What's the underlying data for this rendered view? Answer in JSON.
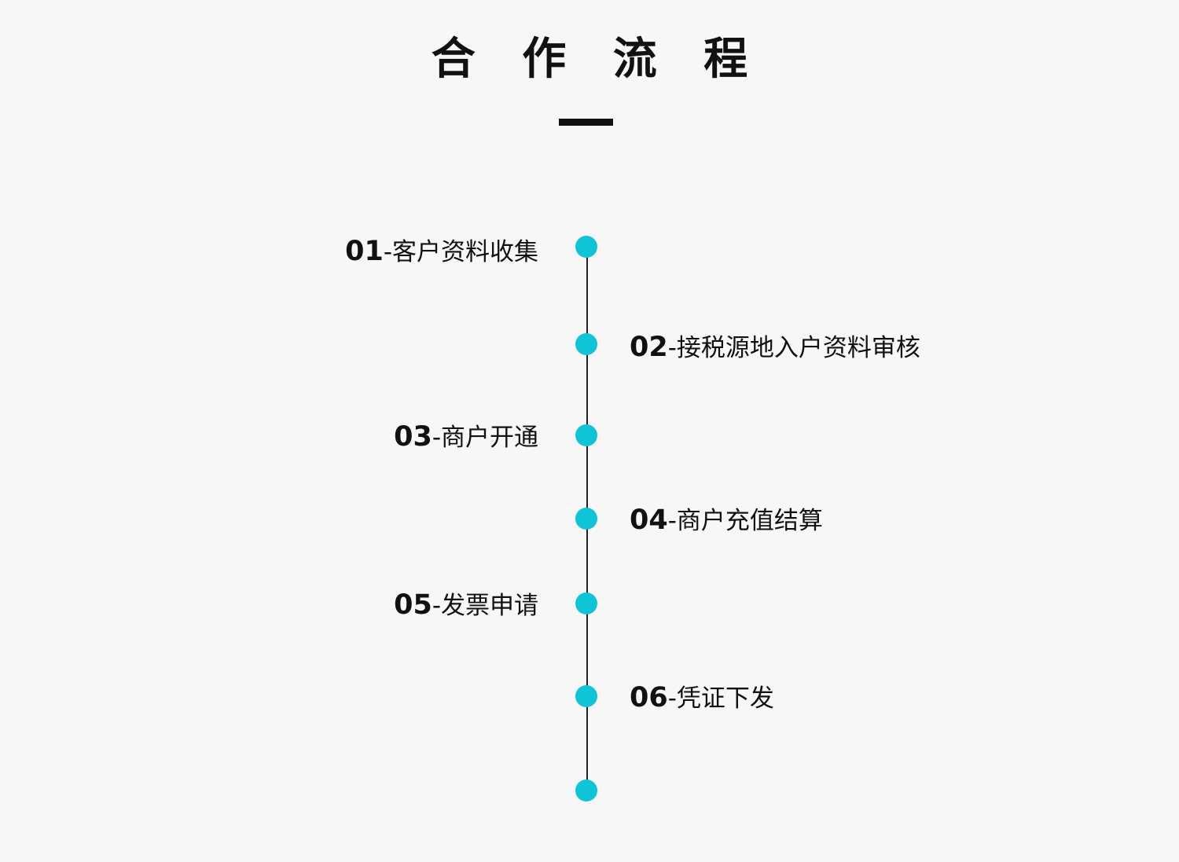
{
  "title": "合 作 流 程",
  "steps": [
    {
      "num": "01",
      "sep": "-",
      "label": "客户资料收集"
    },
    {
      "num": "02",
      "sep": "-",
      "label": "接税源地入户资料审核"
    },
    {
      "num": "03",
      "sep": "-",
      "label": "商户开通"
    },
    {
      "num": "04",
      "sep": "-",
      "label": "商户充值结算"
    },
    {
      "num": "05",
      "sep": "-",
      "label": "发票申请"
    },
    {
      "num": "06",
      "sep": "-",
      "label": "凭证下发"
    }
  ],
  "colors": {
    "accent": "#0fc4d6",
    "text": "#111111",
    "background": "#f7f7f7",
    "line": "#222222"
  }
}
